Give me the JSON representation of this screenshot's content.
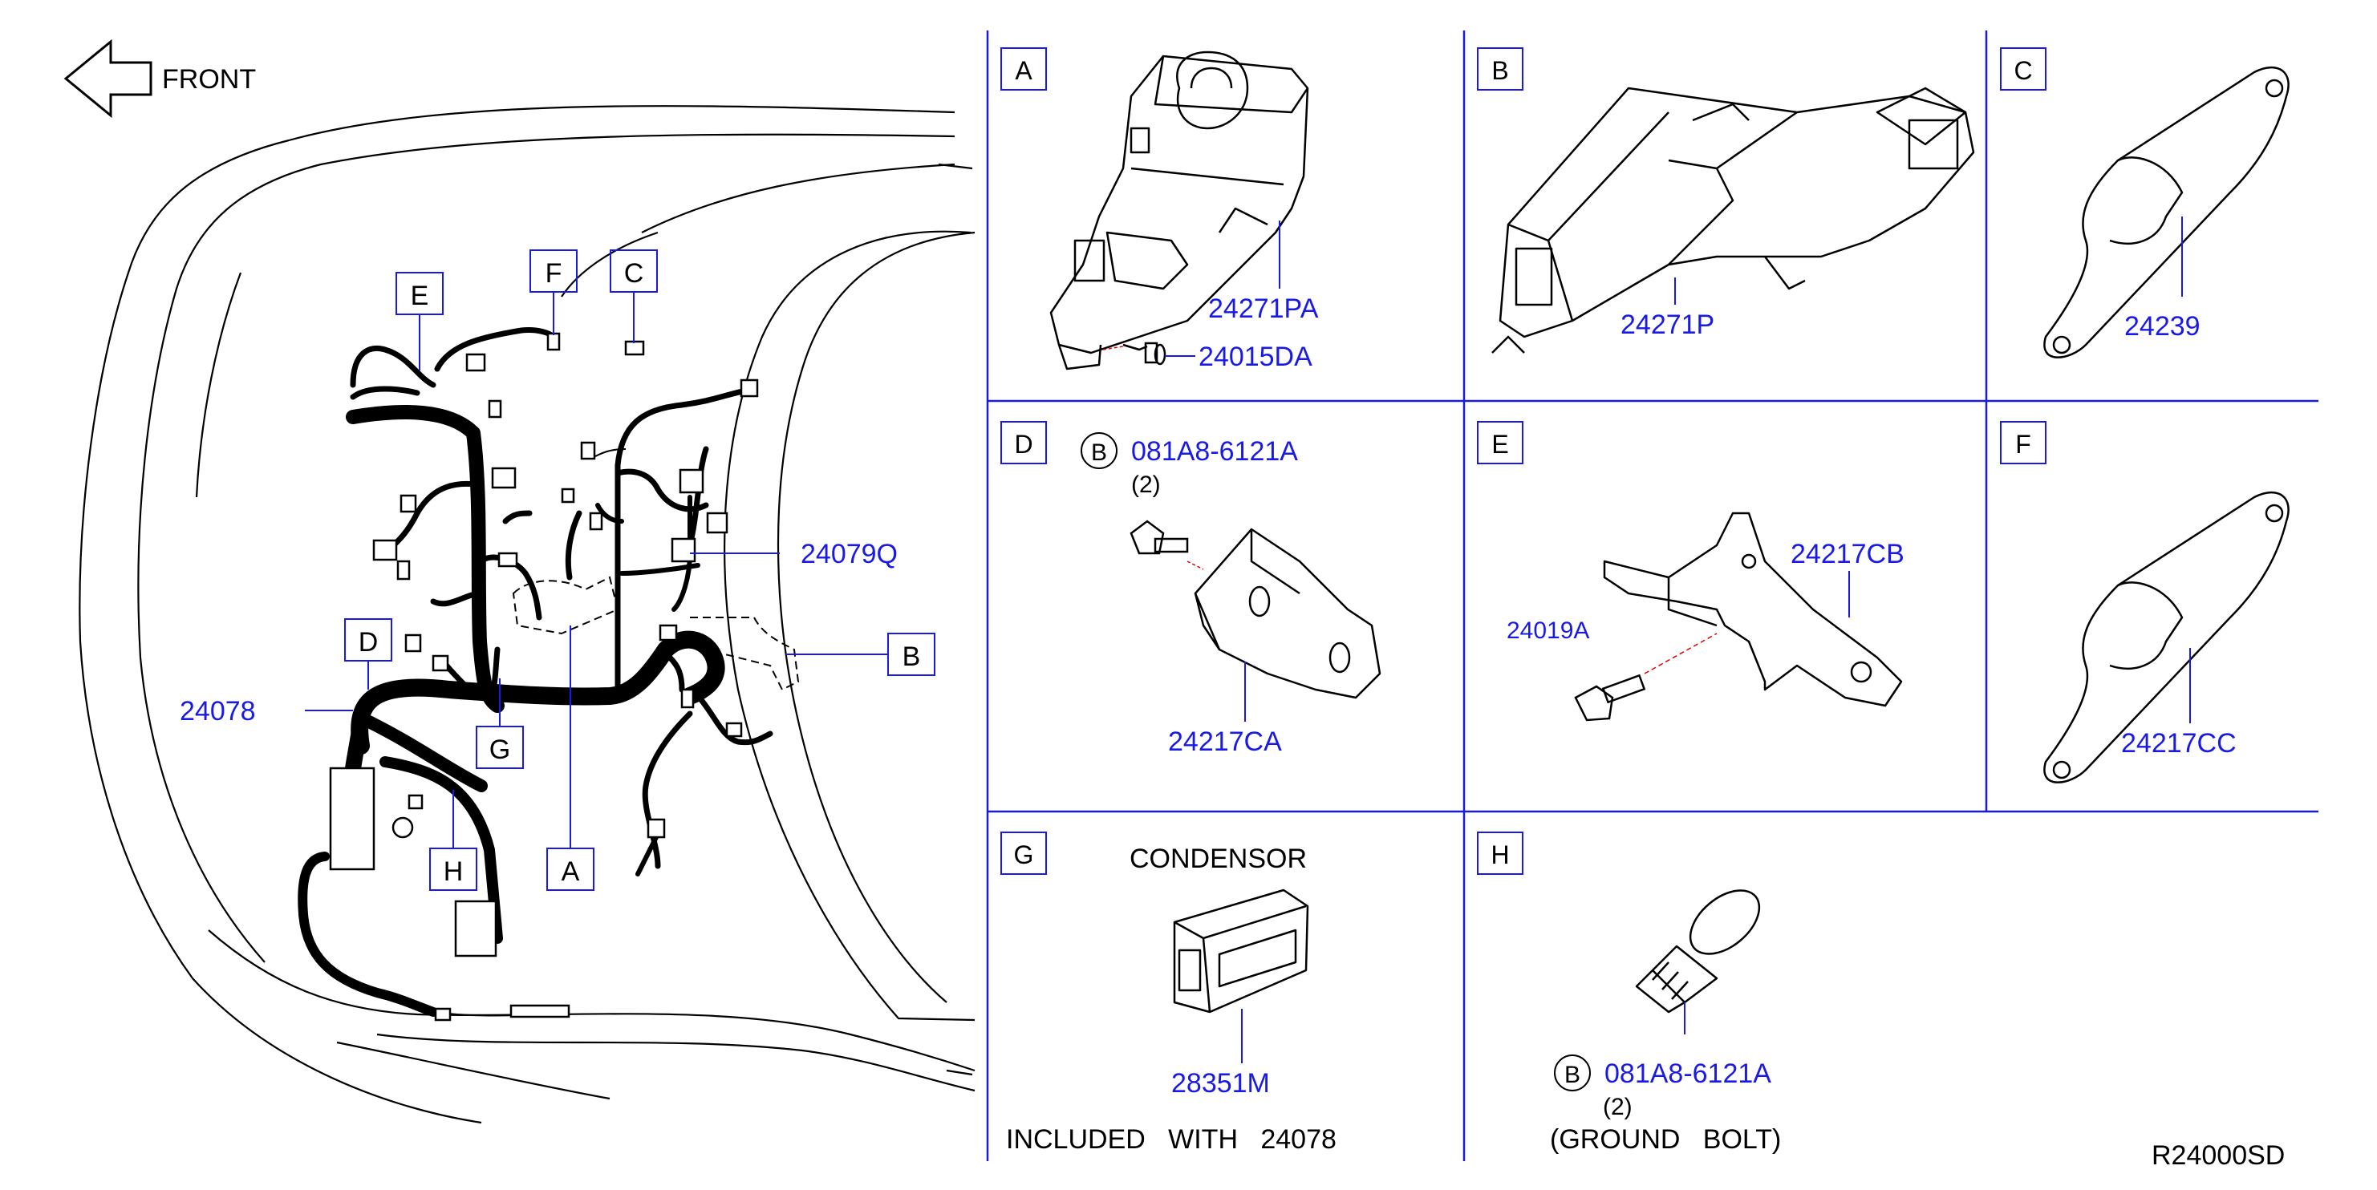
{
  "front_label": "FRONT",
  "overview": {
    "box_labels": {
      "E": "E",
      "F": "F",
      "C": "C",
      "D": "D",
      "B": "B",
      "G": "G",
      "H": "H",
      "A": "A"
    },
    "part_24079Q": "24079Q",
    "part_24078": "24078"
  },
  "panels": {
    "A": {
      "letter": "A",
      "parts": [
        "24271PA",
        "24015DA"
      ]
    },
    "B": {
      "letter": "B",
      "parts": [
        "24271P"
      ]
    },
    "C": {
      "letter": "C",
      "parts": [
        "24239"
      ]
    },
    "D": {
      "letter": "D",
      "bolt_symbol": "B",
      "bolt_part": "081A8-6121A",
      "bolt_qty": "(2)",
      "parts": [
        "24217CA"
      ]
    },
    "E": {
      "letter": "E",
      "parts": [
        "24217CB",
        "24019A"
      ]
    },
    "F": {
      "letter": "F",
      "parts": [
        "24217CC"
      ]
    },
    "G": {
      "letter": "G",
      "title": "CONDENSOR",
      "parts": [
        "28351M"
      ],
      "note": "INCLUDED   WITH   24078"
    },
    "H": {
      "letter": "H",
      "bolt_symbol": "B",
      "bolt_part": "081A8-6121A",
      "bolt_qty": "(2)",
      "note": "(GROUND   BOLT)"
    }
  },
  "diagram_code": "R24000SD",
  "colors": {
    "callout": "#1a1ae6",
    "line": "#000000"
  }
}
